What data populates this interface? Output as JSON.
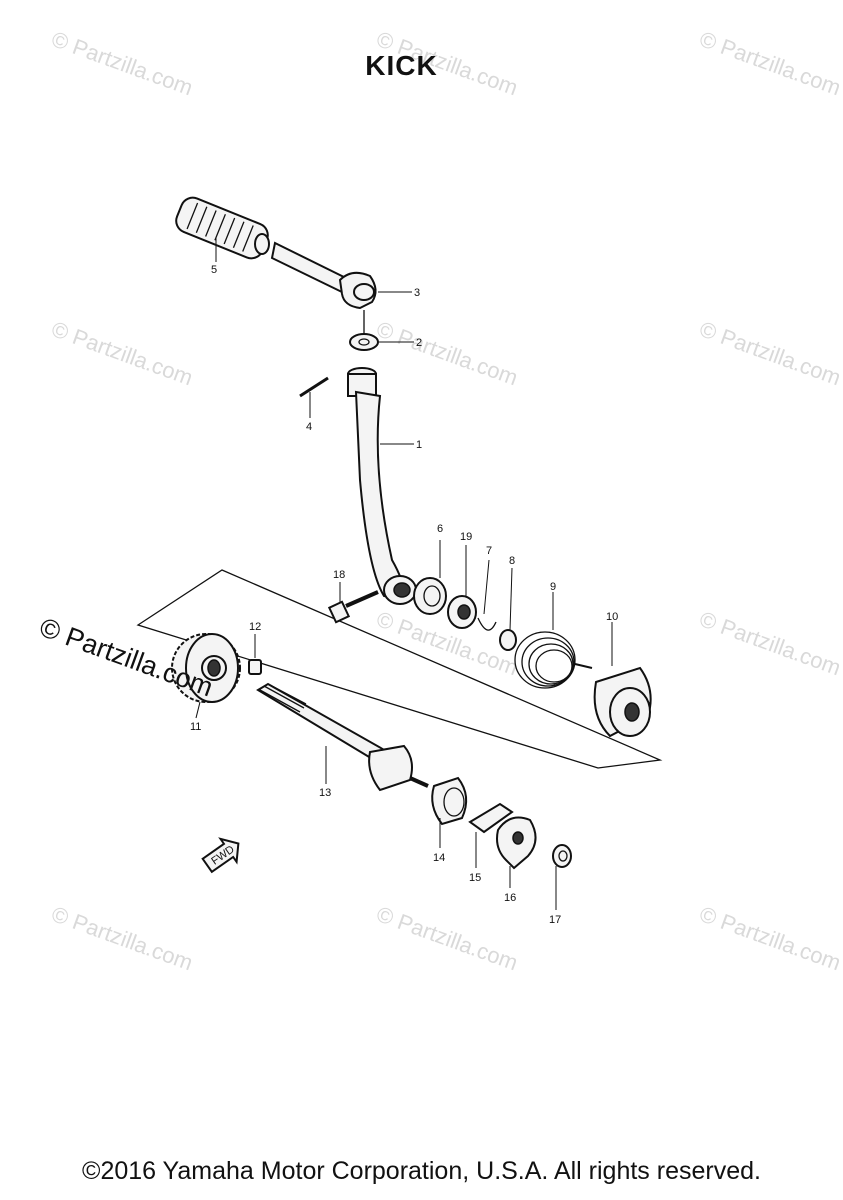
{
  "diagram": {
    "title": "KICK",
    "footer": "©2016 Yamaha Motor Corporation, U.S.A. All rights reserved.",
    "watermark": "© Partzilla.com",
    "brand_mark": "© Partzilla.com",
    "fwd_label": "FWD",
    "part_numbers": {
      "p1": "1",
      "p2": "2",
      "p3": "3",
      "p4": "4",
      "p5": "5",
      "p6": "6",
      "p7": "7",
      "p8": "8",
      "p9": "9",
      "p10": "10",
      "p11": "11",
      "p12": "12",
      "p13": "13",
      "p14": "14",
      "p15": "15",
      "p16": "16",
      "p17": "17",
      "p18": "18",
      "p19": "19"
    }
  }
}
